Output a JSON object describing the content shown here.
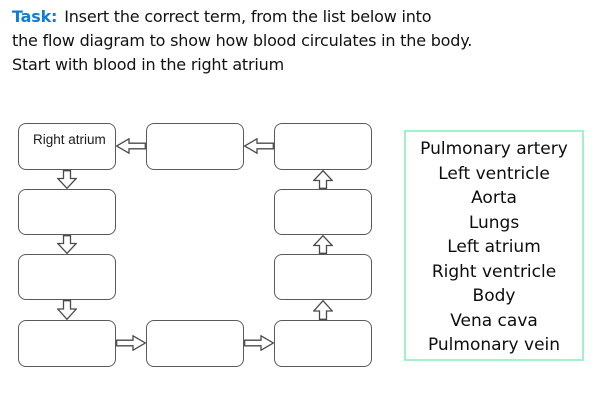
{
  "title": {
    "prefix": "Task:",
    "line1": "Insert the correct term, from the list below into",
    "line2": "the flow diagram to show how blood circulates in the body.",
    "line3": "Start with blood in the right atrium"
  },
  "diagram": {
    "start_box_label": "Right atrium",
    "empty_box_count": 9,
    "flow_arrows": {
      "top_row": "left",
      "left_column": "down",
      "bottom_row": "right",
      "right_column": "up"
    }
  },
  "term_list": {
    "terms": [
      "Pulmonary artery",
      "Left ventricle",
      "Aorta",
      "Lungs",
      "Left atrium",
      "Right ventricle",
      "Body",
      "Vena cava",
      "Pulmonary vein"
    ]
  },
  "colors": {
    "task_label_blue": "#0f7fd4",
    "box_border_gray": "#5a5a5a",
    "arrow_outline_gray": "#4a4a4a",
    "term_list_border_mint": "#9ff3c6",
    "background": "#ffffff",
    "text": "#111111"
  }
}
